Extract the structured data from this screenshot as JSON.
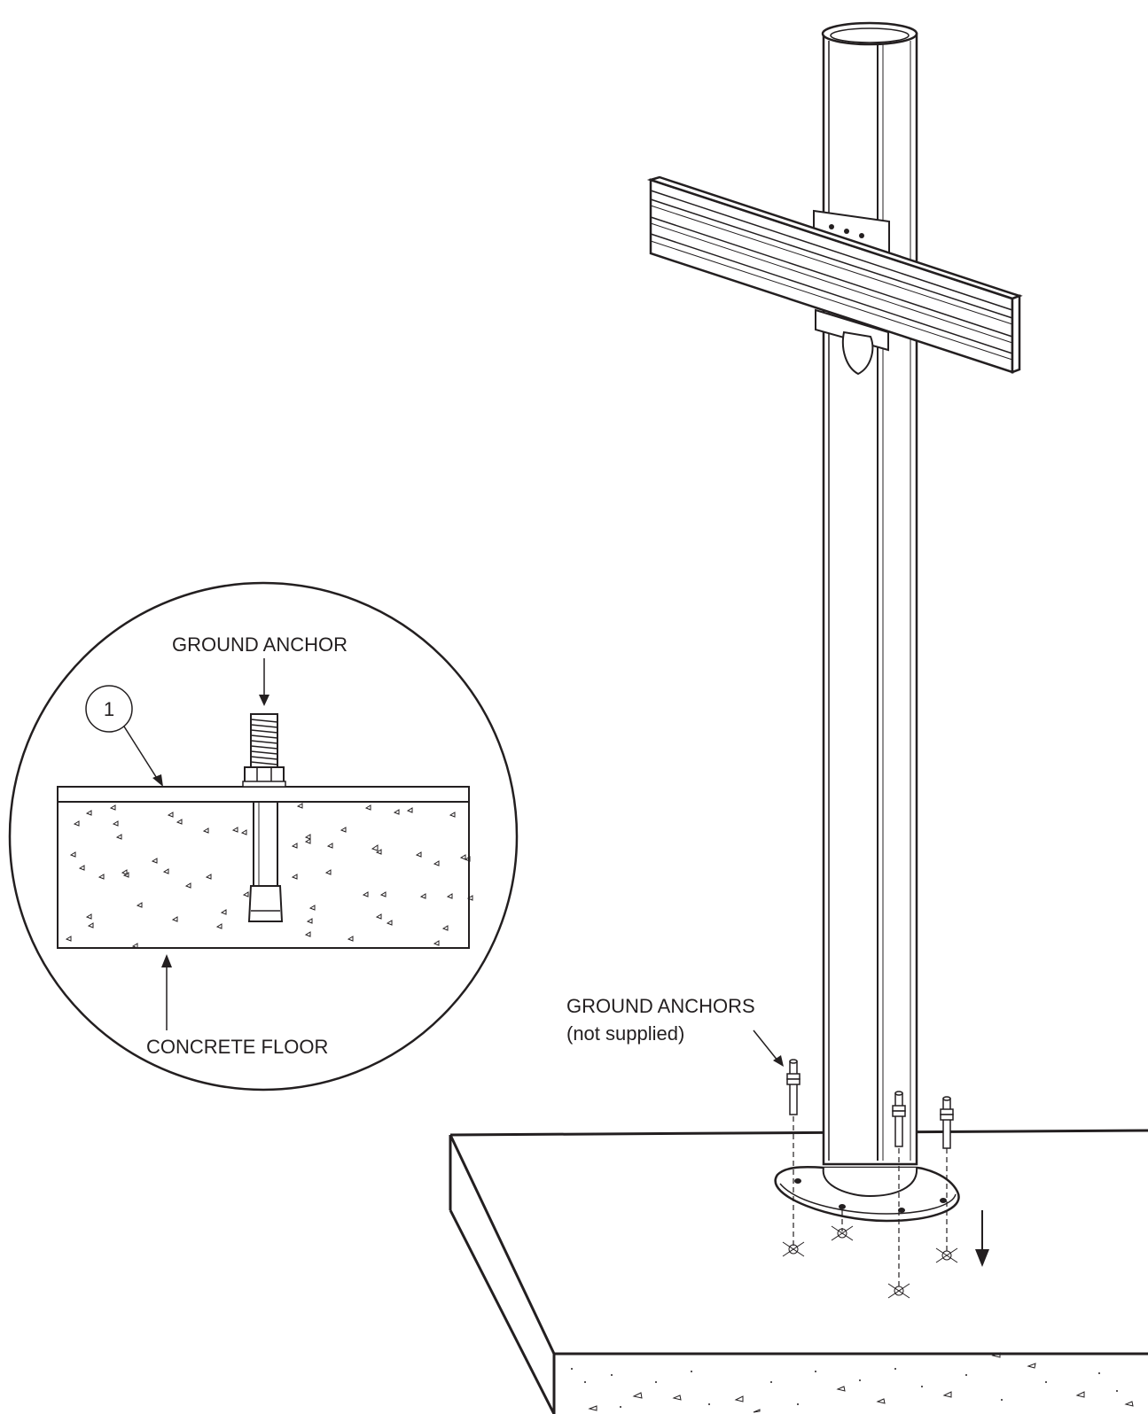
{
  "detail": {
    "callout_number": "1",
    "ground_anchor_label": "GROUND ANCHOR",
    "concrete_floor_label": "CONCRETE FLOOR"
  },
  "main": {
    "ground_anchors_label": "GROUND ANCHORS",
    "not_supplied_label": "(not supplied)"
  },
  "colors": {
    "line": "#231f20",
    "background": "#ffffff"
  },
  "icons": [
    "down-arrow-icon",
    "leader-arrow-icon",
    "anchor-hole-marker-icon"
  ]
}
